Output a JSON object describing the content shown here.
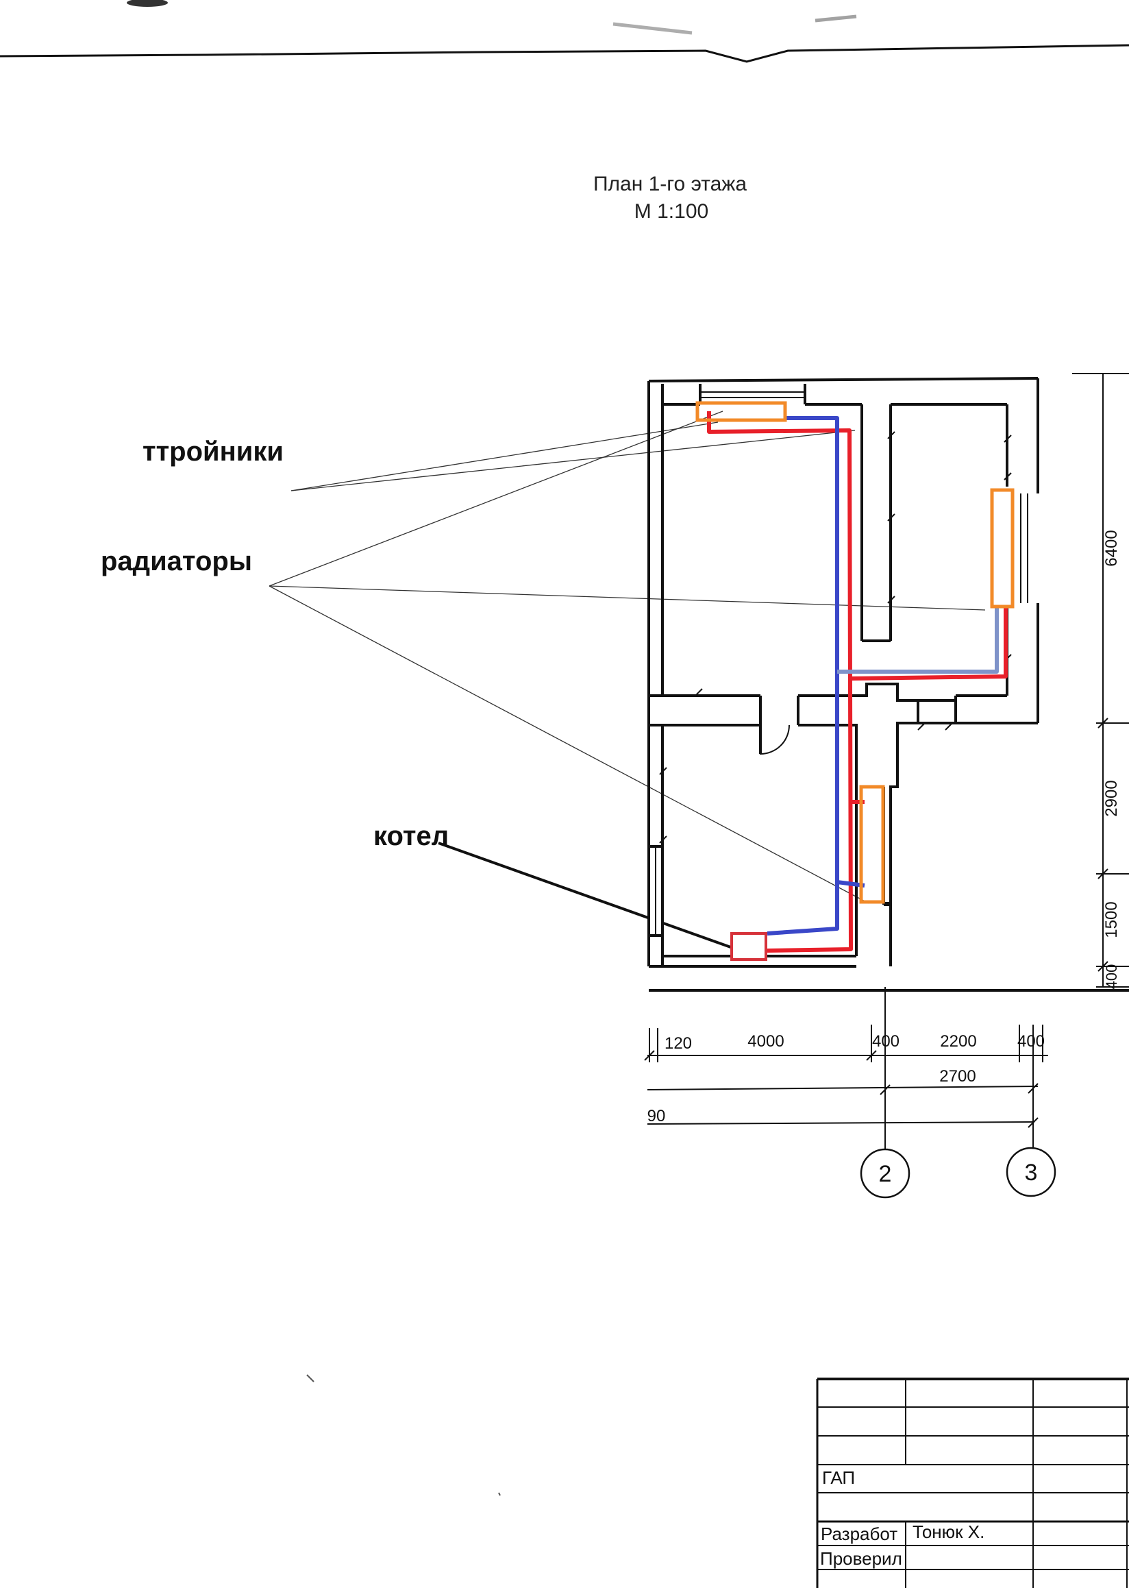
{
  "drawing": {
    "title": "План 1-го этажа",
    "scale": "М 1:100"
  },
  "annotations": {
    "tees": "ттройники",
    "radiators": "радиаторы",
    "boiler": "котел"
  },
  "dimensions": {
    "vertical": [
      "6400",
      "2900",
      "1500",
      "400"
    ],
    "horizontal_row1": [
      "120",
      "4000",
      "400",
      "2200",
      "400"
    ],
    "horizontal_row2": [
      "2700"
    ],
    "horizontal_row3": [
      "90"
    ]
  },
  "axes": [
    "2",
    "3"
  ],
  "title_block": {
    "gap_label": "ГАП",
    "developed_label": "Разработ",
    "developed_name": "Тонюк Х.",
    "checked_label": "Проверил"
  },
  "colors": {
    "supply_pipe": "#e8202a",
    "return_pipe": "#3a47c8",
    "return_branch": "#7f93c9",
    "radiator": "#f28a28",
    "boiler": "#d6323a"
  }
}
